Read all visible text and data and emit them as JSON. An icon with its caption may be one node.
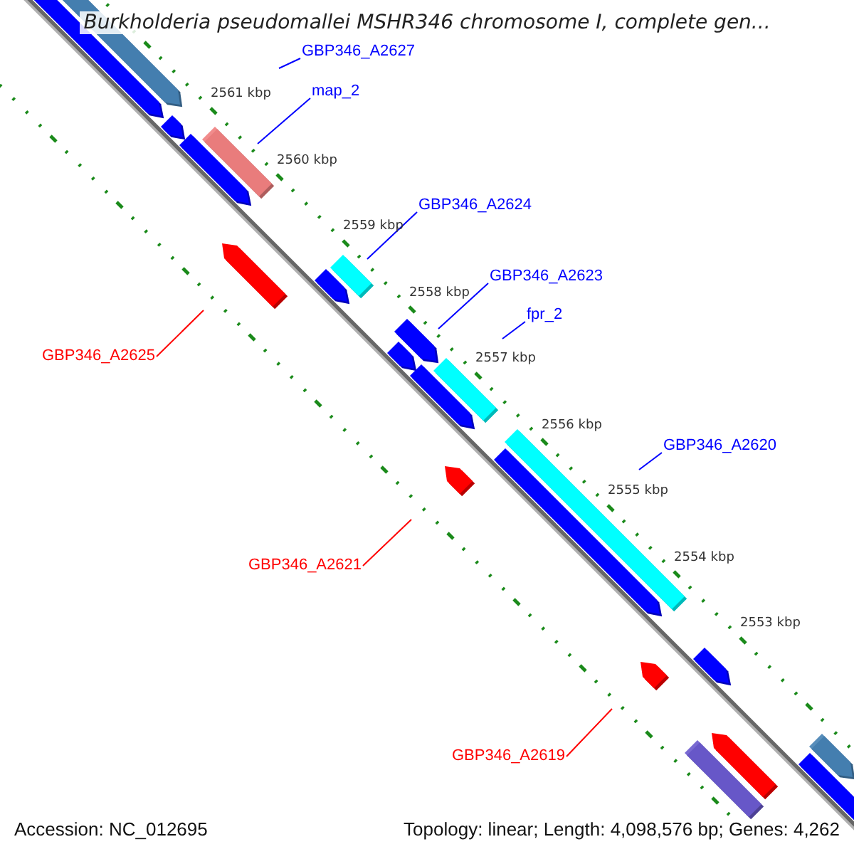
{
  "diagram": {
    "title": "Burkholderia pseudomallei MSHR346 chromosome I, complete gen...",
    "nodes": [
      {
        "text": [
          "GBP346_A2627"
        ]
      },
      {
        "text": [
          "map_2"
        ]
      },
      {
        "text": [
          "GBP346_A2624"
        ]
      },
      {
        "text": [
          "GBP346_A2623"
        ]
      },
      {
        "text": [
          "fpr_2"
        ]
      },
      {
        "text": [
          "GBP346_A2620"
        ]
      },
      {
        "text": [
          "GBP346_A2625"
        ]
      },
      {
        "text": [
          "GBP346_A2621"
        ]
      },
      {
        "text": [
          "GBP346_A2619"
        ]
      }
    ],
    "edges": [
      {
        "from": 0,
        "to": null,
        "arrow": "none"
      },
      {
        "from": 1,
        "to": null,
        "arrow": "none"
      },
      {
        "from": 2,
        "to": null,
        "arrow": "none"
      },
      {
        "from": 3,
        "to": null,
        "arrow": "none"
      },
      {
        "from": 4,
        "to": null,
        "arrow": "none"
      },
      {
        "from": 5,
        "to": null,
        "arrow": "none"
      },
      {
        "from": 6,
        "to": null,
        "arrow": "none",
        "color": "#ff0000"
      },
      {
        "from": 7,
        "to": null,
        "arrow": "none",
        "color": "#ff0000"
      },
      {
        "from": 8,
        "to": null,
        "arrow": "none",
        "color": "#ff0000"
      }
    ],
    "labels": [
      "2561 kbp",
      "2560 kbp",
      "2559 kbp",
      "2558 kbp",
      "2557 kbp",
      "2556 kbp",
      "2555 kbp",
      "2554 kbp",
      "2553 kbp",
      "Accession: NC_012695",
      "Topology: linear; Length: 4,098,576 bp; Genes: 4,262"
    ]
  }
}
